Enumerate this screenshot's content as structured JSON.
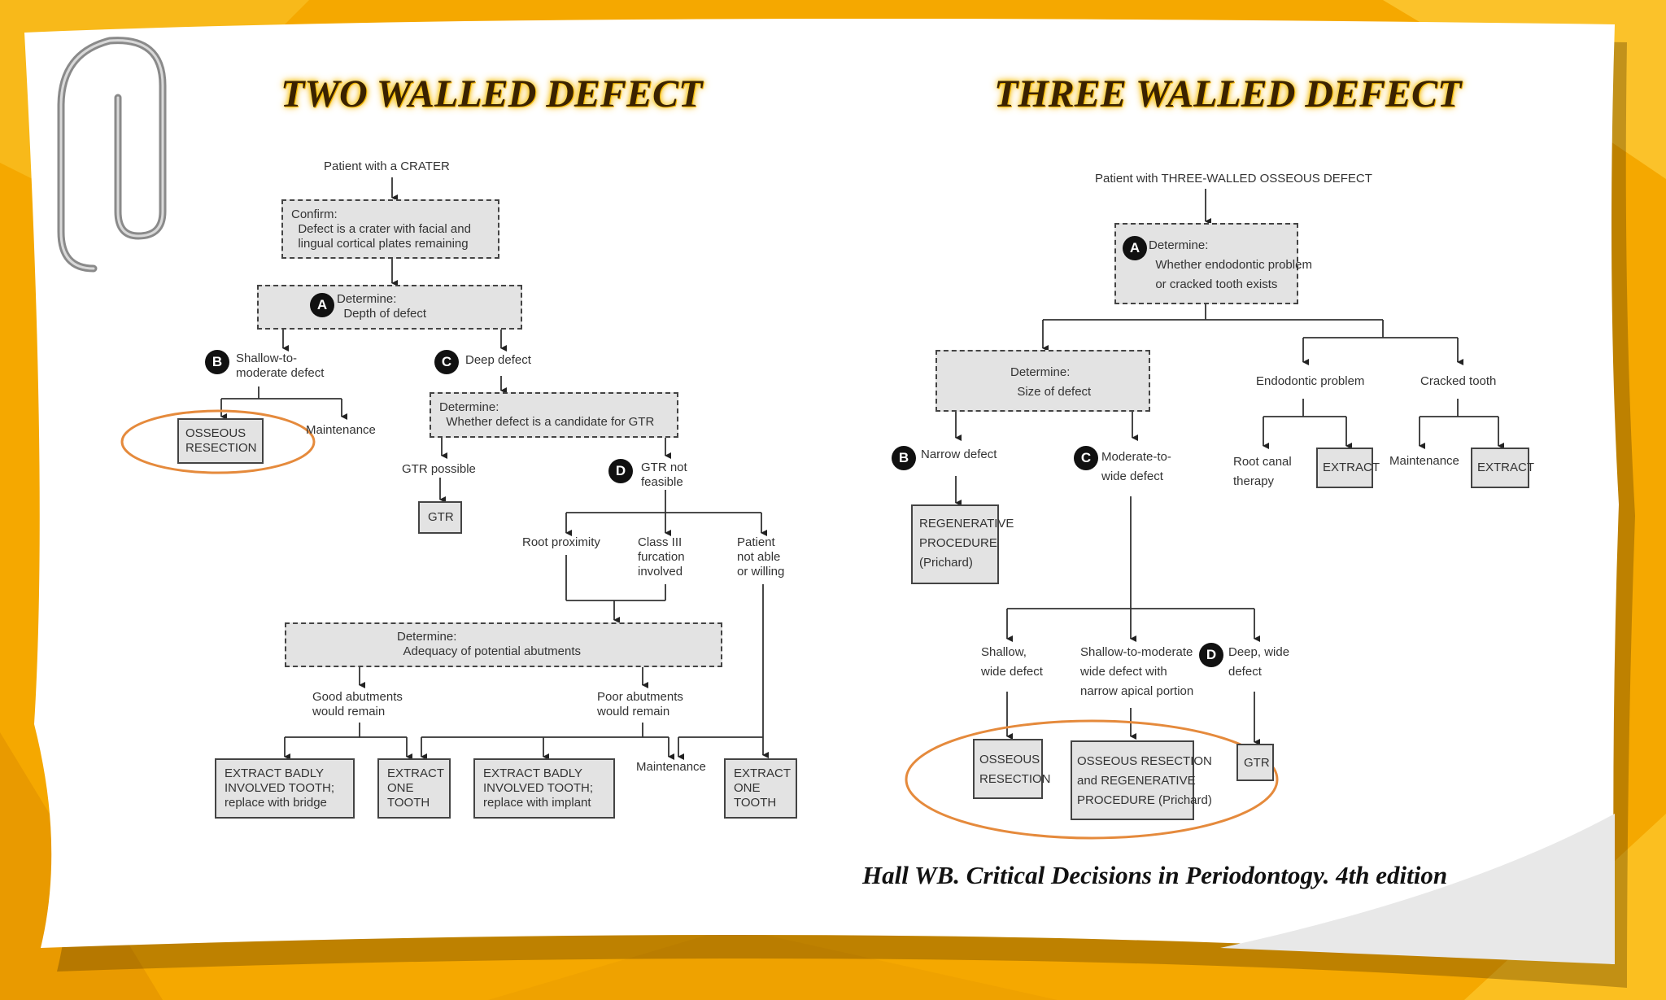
{
  "titles": {
    "left": "TWO WALLED DEFECT",
    "right": "THREE WALLED DEFECT"
  },
  "caption": "Hall WB. Critical Decisions in Periodontogy. 4th edition",
  "colors": {
    "background": "#f5a800",
    "paper": "#ffffff",
    "highlight_ellipse": "#e58a3c"
  },
  "icons": [
    "paperclip-icon"
  ],
  "two_walled": {
    "start": "Patient with a CRATER",
    "confirm": "Confirm:\n  Defect is a crater with facial and\n  lingual cortical plates remaining",
    "determine_depth": "Determine:\n  Depth of defect",
    "badge_a": "A",
    "badge_b": "B",
    "badge_c": "C",
    "badge_d": "D",
    "shallow": "Shallow-to-\nmoderate defect",
    "deep": "Deep defect",
    "osseous_resection": "OSSEOUS\nRESECTION",
    "maintenance_1": "Maintenance",
    "determine_gtr": "Determine:\n  Whether defect is a candidate for GTR",
    "gtr_possible": "GTR possible",
    "gtr_box": "GTR",
    "gtr_not_feasible": "GTR not\nfeasible",
    "root_proximity": "Root proximity",
    "class_iii": "Class III\nfurcation\ninvolved",
    "patient_not_able": "Patient\nnot able\nor willing",
    "determine_abutments": "Determine:\n  Adequacy of potential abutments",
    "good_abutments": "Good abutments\nwould remain",
    "poor_abutments": "Poor abutments\nwould remain",
    "extract_bridge": "EXTRACT BADLY\nINVOLVED TOOTH;\nreplace with bridge",
    "extract_one_1": "EXTRACT\nONE\nTOOTH",
    "extract_implant": "EXTRACT BADLY\nINVOLVED TOOTH;\nreplace with implant",
    "maintenance_2": "Maintenance",
    "extract_one_2": "EXTRACT\nONE\nTOOTH"
  },
  "three_walled": {
    "start": "Patient with THREE-WALLED OSSEOUS DEFECT",
    "determine_endo": "Determine:\n  Whether endodontic problem\n  or cracked tooth exists",
    "badge_a": "A",
    "badge_b": "B",
    "badge_c": "C",
    "badge_d": "D",
    "determine_size": "Determine:\n  Size of defect",
    "endo_problem": "Endodontic problem",
    "cracked_tooth": "Cracked tooth",
    "narrow_defect": "Narrow defect",
    "moderate_wide": "Moderate-to-\nwide defect",
    "root_canal": "Root canal\ntherapy",
    "extract_1": "EXTRACT",
    "maintenance": "Maintenance",
    "extract_2": "EXTRACT",
    "regenerative": "REGENERATIVE\nPROCEDURE\n(Prichard)",
    "shallow_wide": "Shallow,\nwide defect",
    "shallow_moderate_narrow": "Shallow-to-moderate\nwide defect with\nnarrow apical portion",
    "deep_wide": "Deep, wide\ndefect",
    "osseous_resection": "OSSEOUS\nRESECTION",
    "osseous_regen": "OSSEOUS RESECTION\nand REGENERATIVE\nPROCEDURE (Prichard)",
    "gtr_box": "GTR"
  }
}
